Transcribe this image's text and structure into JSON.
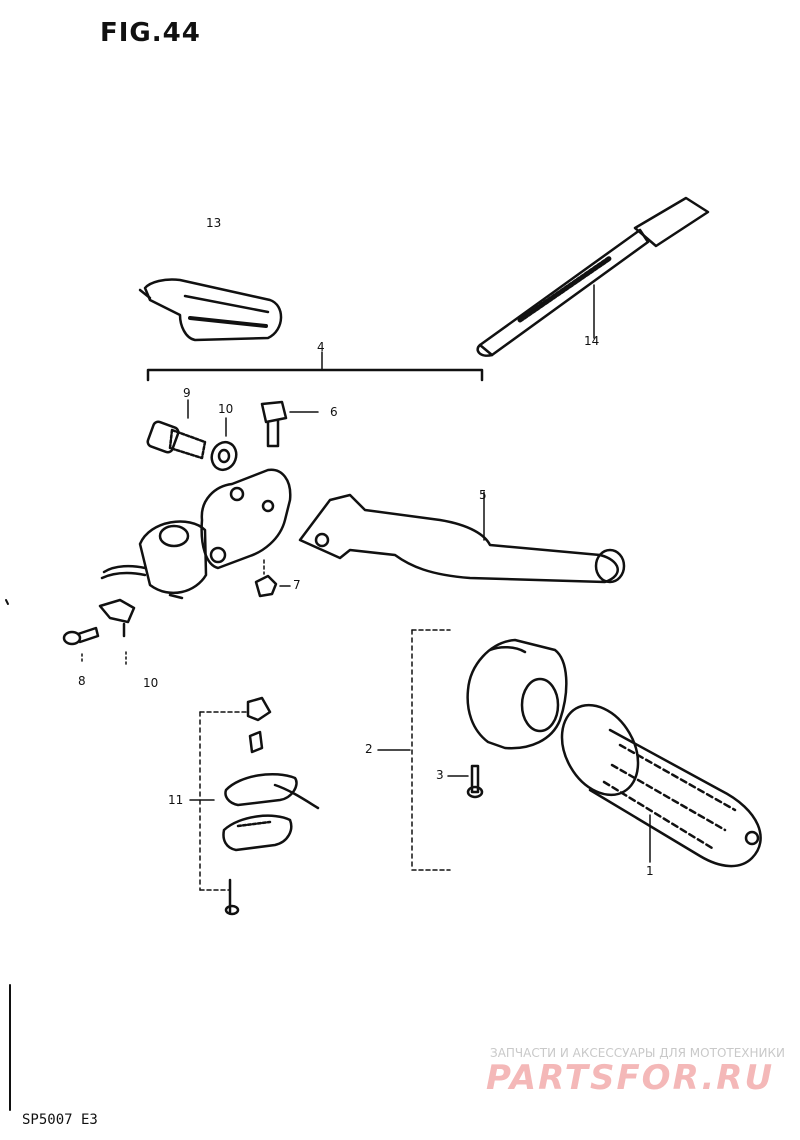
{
  "figure": {
    "title": "FIG.44",
    "code": "SP5007 E3"
  },
  "callouts": {
    "c1": "1",
    "c2": "2",
    "c3": "3",
    "c4": "4",
    "c5": "5",
    "c6": "6",
    "c7": "7",
    "c8": "8",
    "c9": "9",
    "c10a": "10",
    "c10b": "10",
    "c11": "11",
    "c13": "13",
    "c14": "14"
  },
  "watermark": {
    "tagline": "ЗАПЧАСТИ И АКСЕССУАРЫ ДЛЯ МОТОТЕХНИКИ",
    "logo": "PARTSFOR.RU",
    "color": "#f4b8b8"
  }
}
